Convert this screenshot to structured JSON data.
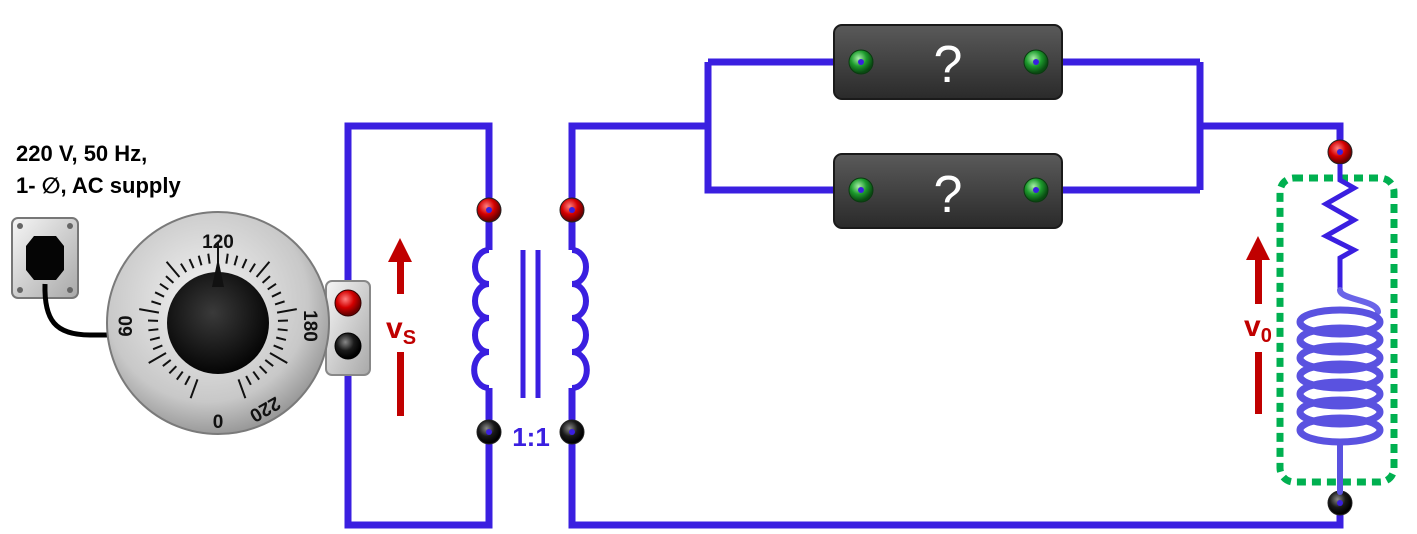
{
  "supply": {
    "line1": "220 V, 50 Hz,",
    "line2": "1- ∅, AC supply"
  },
  "dial": {
    "marks": [
      "120",
      "180",
      "220",
      "0",
      "60"
    ]
  },
  "transformer": {
    "ratio": "1:1"
  },
  "voltages": {
    "vs_main": "v",
    "vs_sub": "S",
    "vo_main": "v",
    "vo_sub": "0"
  },
  "boxes": [
    {
      "label": "?"
    },
    {
      "label": "?"
    }
  ],
  "colors": {
    "wire": "#3a1fe0",
    "arrow": "#c00000",
    "box": "#3c3c3c",
    "terminal_red": "#cc0000",
    "terminal_green": "#1a8a2a",
    "dashed_outline": "#00b050"
  },
  "icons": [
    "socket-icon",
    "variac-dial-icon",
    "transformer-icon",
    "resistor-icon",
    "inductor-coil-icon"
  ]
}
